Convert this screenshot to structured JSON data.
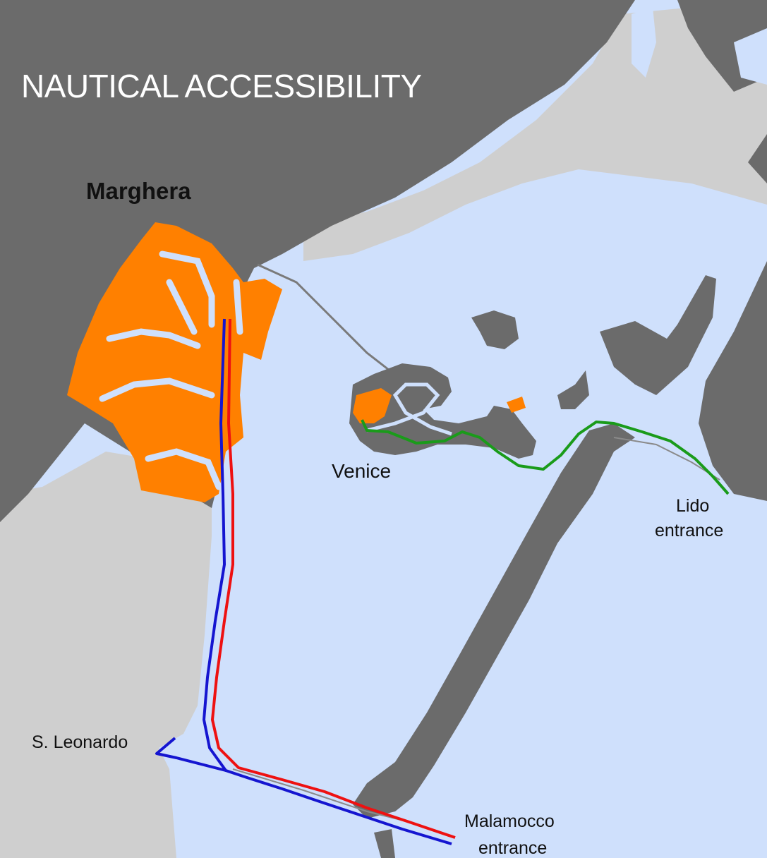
{
  "title": "NAUTICAL ACCESSIBILITY",
  "labels": {
    "marghera": "Marghera",
    "venice": "Venice",
    "lido_line1": "Lido",
    "lido_line2": "entrance",
    "leonardo": "S. Leonardo",
    "malamocco_line1": "Malamocco",
    "malamocco_line2": "entrance"
  },
  "colors": {
    "water": "#cfe0fc",
    "land_dark": "#6b6b6b",
    "land_light": "#cfcfcf",
    "industrial": "#ff8000",
    "route_red": "#ee1111",
    "route_blue": "#1515d0",
    "route_green": "#1a9b1a"
  }
}
